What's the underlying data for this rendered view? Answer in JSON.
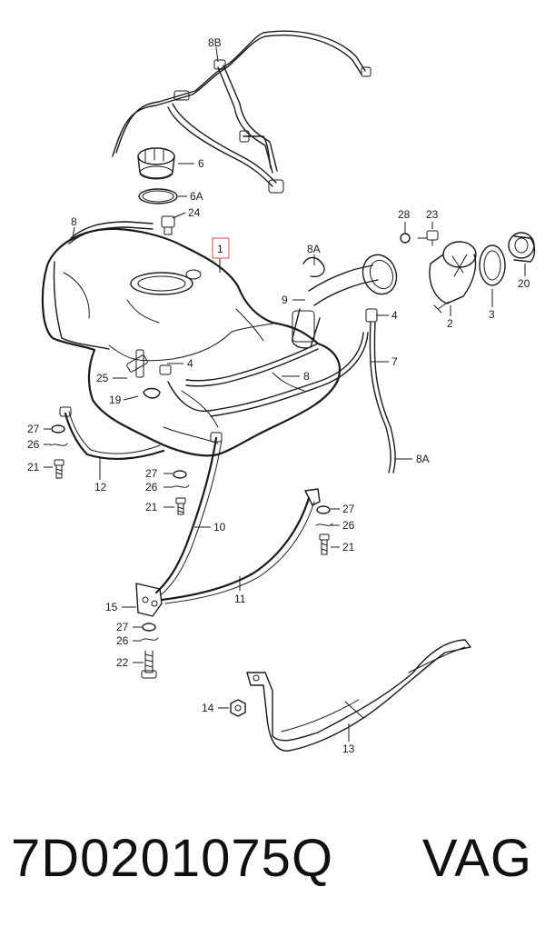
{
  "footer": {
    "part_number": "7D0201075Q",
    "brand": "VAG"
  },
  "highlight_color": "#e06a6a",
  "labels": {
    "l8B": "8B",
    "l6": "6",
    "l6A": "6A",
    "l24": "24",
    "l8": "8",
    "l1": "1",
    "l8A_top": "8A",
    "l9": "9",
    "l4_right": "4",
    "l7": "7",
    "l8_mid": "8",
    "l4_mid": "4",
    "l25": "25",
    "l19": "19",
    "l28": "28",
    "l23": "23",
    "l20": "20",
    "l2": "2",
    "l3": "3",
    "l8A_right": "8A",
    "l27_a": "27",
    "l26_a": "26",
    "l21_a": "21",
    "l12": "12",
    "l27_b": "27",
    "l26_b": "26",
    "l21_b": "21",
    "l10": "10",
    "l27_c": "27",
    "l26_c": "26",
    "l21_c": "21",
    "l11": "11",
    "l15": "15",
    "l27_d": "27",
    "l26_d": "26",
    "l22": "22",
    "l14": "14",
    "l13": "13"
  }
}
